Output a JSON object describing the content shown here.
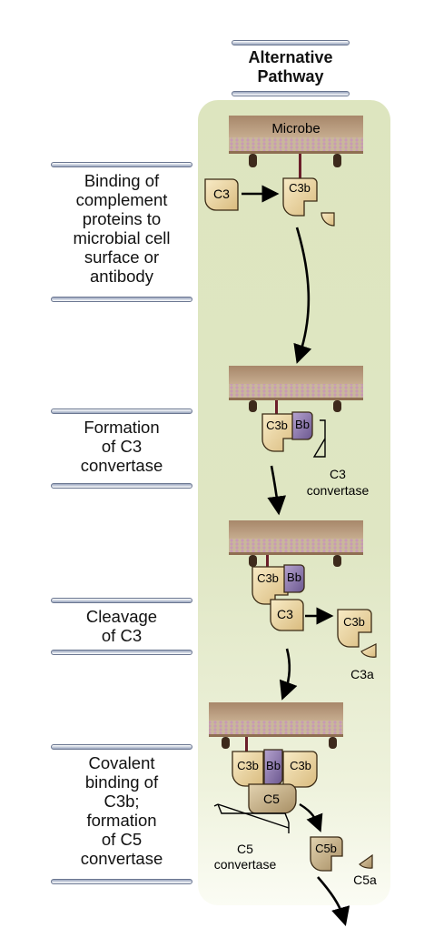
{
  "header": {
    "title_line1": "Alternative",
    "title_line2": "Pathway"
  },
  "steps": [
    {
      "lines": [
        "Binding of",
        "complement",
        "proteins to",
        "microbial cell",
        "surface or",
        "antibody"
      ]
    },
    {
      "lines": [
        "Formation",
        "of C3",
        "convertase"
      ]
    },
    {
      "lines": [
        "Cleavage",
        "of C3"
      ]
    },
    {
      "lines": [
        "Covalent",
        "binding of",
        "C3b;",
        "formation",
        "of C5",
        "convertase"
      ]
    }
  ],
  "diagram": {
    "microbe_label": "Microbe",
    "c3": "C3",
    "c3b": "C3b",
    "bb": "Bb",
    "c3a": "C3a",
    "c5": "C5",
    "c5b": "C5b",
    "c5a": "C5a",
    "c3_convertase_line1": "C3",
    "c3_convertase_line2": "convertase",
    "c5_convertase_line1": "C5",
    "c5_convertase_line2": "convertase"
  },
  "colors": {
    "panel": "#dde5bf",
    "c3_fill": "#efd9a6",
    "c5_fill": "#c9b48c",
    "bb_fill": "#8e79b0",
    "membrane": "#b09070"
  }
}
